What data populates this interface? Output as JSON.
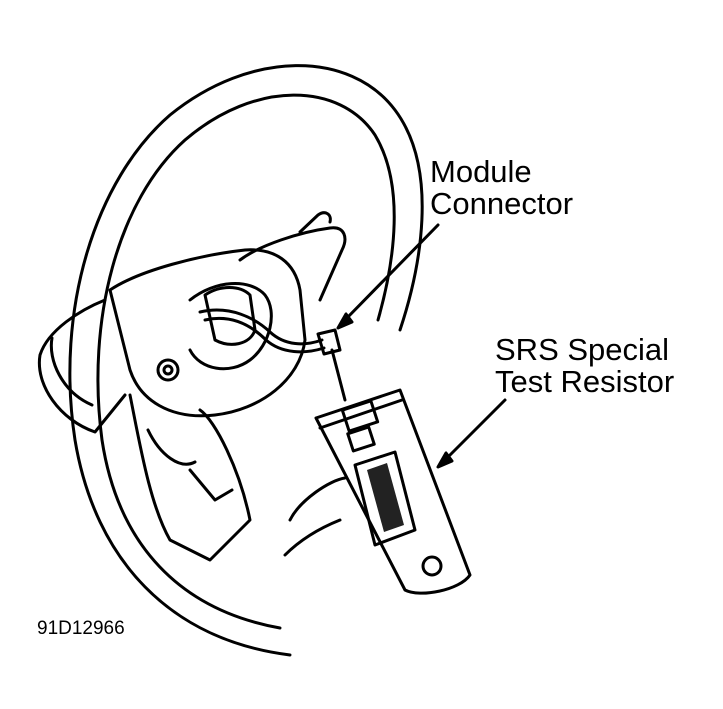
{
  "callouts": {
    "module_connector": [
      "Module",
      "Connector"
    ],
    "srs_test_resistor": [
      "SRS Special",
      "Test Resistor"
    ]
  },
  "figure_id": "91D12966",
  "colors": {
    "ink": "#000000",
    "paper": "#ffffff",
    "resistor_fill": "#222222"
  }
}
